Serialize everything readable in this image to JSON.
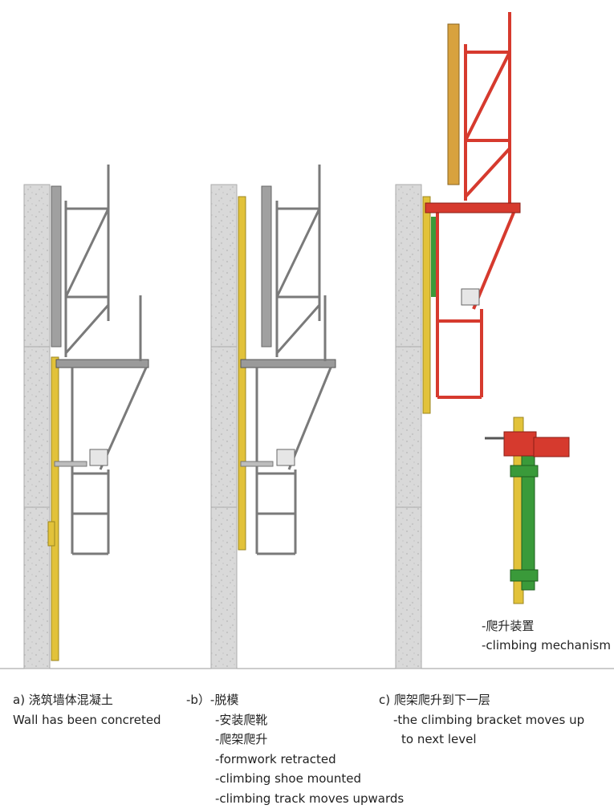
{
  "captions": {
    "a": {
      "zh": "a) 浇筑墙体混凝土",
      "en": "Wall has been concreted"
    },
    "b": {
      "zh": "-b）-脱模",
      "lines": [
        "-安装爬靴",
        "-爬架爬升",
        "-formwork retracted",
        "-climbing shoe mounted",
        "-climbing track moves upwards"
      ]
    },
    "c": {
      "zh": "c) 爬架爬升到下一层",
      "lines": [
        "-the climbing bracket moves up",
        "to next level"
      ]
    }
  },
  "mechanism": {
    "zh": "-爬升装置",
    "en": "-climbing mechanism"
  },
  "colors": {
    "wall": "#dcdcdc",
    "rail": "#e2c23a",
    "bracket_grey": "#8a8a8a",
    "bracket_red": "#d63a2e",
    "formwork_wood": "#d8a23e",
    "mechanism_green": "#3a9a3a"
  }
}
